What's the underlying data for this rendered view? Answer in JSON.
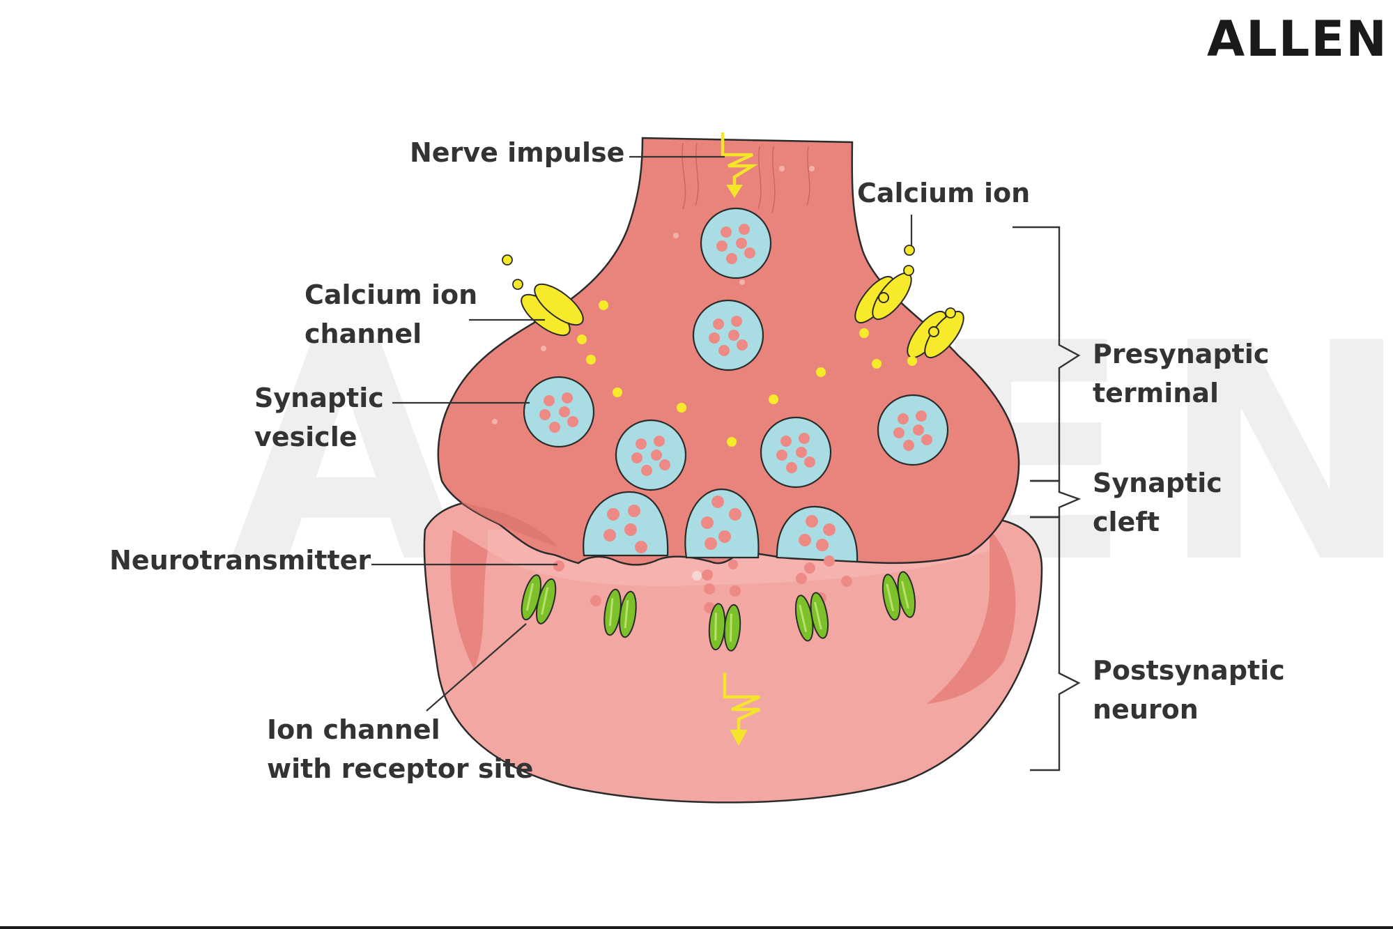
{
  "brand": {
    "logo": "ALLEN"
  },
  "labels": {
    "nerve_impulse": "Nerve impulse",
    "calcium_ion": "Calcium ion",
    "calcium_ion_channel_l1": "Calcium ion",
    "calcium_ion_channel_l2": "channel",
    "synaptic_vesicle_l1": "Synaptic",
    "synaptic_vesicle_l2": "vesicle",
    "neurotransmitter": "Neurotransmitter",
    "ion_channel_l1": "Ion channel",
    "ion_channel_l2": "with receptor site",
    "presynaptic_l1": "Presynaptic",
    "presynaptic_l2": "terminal",
    "cleft_l1": "Synaptic",
    "cleft_l2": "cleft",
    "postsynaptic_l1": "Postsynaptic",
    "postsynaptic_l2": "neuron"
  },
  "colors": {
    "presynaptic_fill": "#e8847c",
    "postsynaptic_fill": "#f3a7a2",
    "vesicle_fill": "#a9dde3",
    "neurotransmitter_dot": "#ee8a86",
    "calcium_ion": "#f7ea2b",
    "receptor_channel": "#7cc02a",
    "impulse_arrow": "#f5e52a"
  },
  "icons": {
    "impulse": "lightning-arrow-icon",
    "calcium_channel": "ion-channel-icon",
    "receptor": "receptor-channel-icon"
  }
}
